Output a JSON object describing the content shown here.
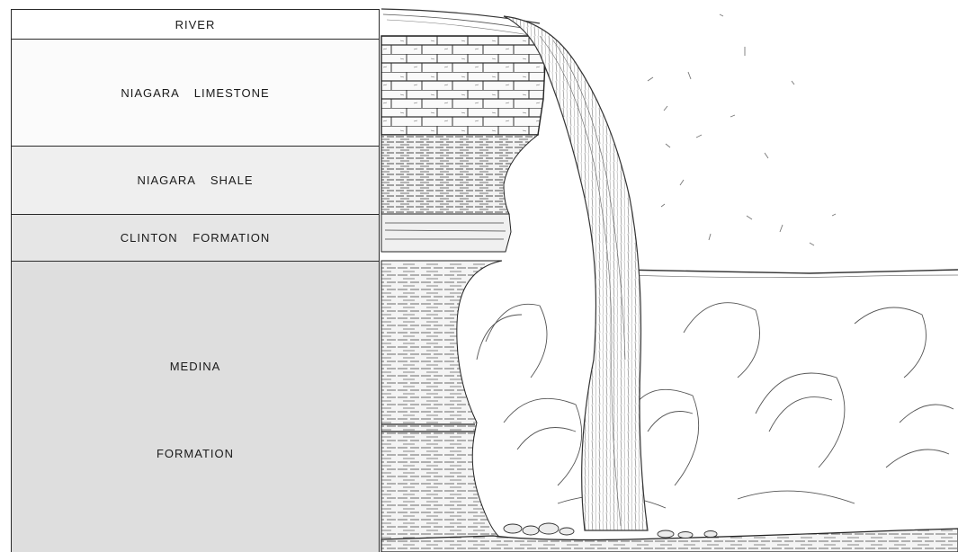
{
  "strata": {
    "river": "RIVER",
    "limestone": "NIAGARA LIMESTONE",
    "shale": "NIAGARA SHALE",
    "clinton": "CLINTON FORMATION",
    "medina_1": "MEDINA",
    "medina_2": "FORMATION"
  },
  "colors": {
    "ink": "#2a2a2a",
    "limestone_fill": "#fbfbfb",
    "shale_fill": "#efefef",
    "clinton_fill": "#e6e6e6",
    "medina_fill": "#dedede"
  }
}
